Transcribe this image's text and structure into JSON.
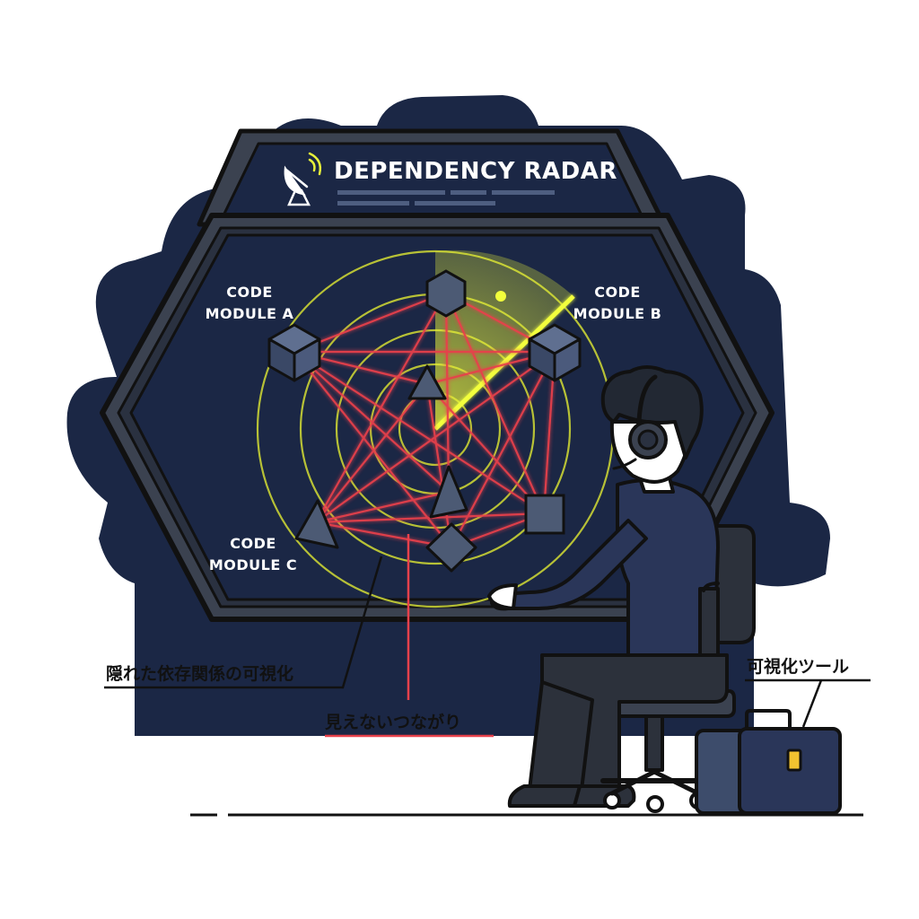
{
  "screen": {
    "title": "DEPENDENCY RADAR",
    "title_icon": "satellite-dish-icon"
  },
  "modules": {
    "a": {
      "line1": "CODE",
      "line2": "MODULE A"
    },
    "b": {
      "line1": "CODE",
      "line2": "MODULE B"
    },
    "c": {
      "line1": "CODE",
      "line2": "MODULE C"
    }
  },
  "callouts": {
    "hidden_dependencies": "隠れた依存関係の可視化",
    "invisible_connections": "見えないつながり",
    "visualization_tool": "可視化ツール"
  },
  "colors": {
    "navy": "#1b2745",
    "panel_gray": "#3b4250",
    "link_red": "#e8414b",
    "radar_yellow": "#e6f03a",
    "toolbox_blue": "#3d4c6b",
    "latch_amber": "#f2c230"
  }
}
